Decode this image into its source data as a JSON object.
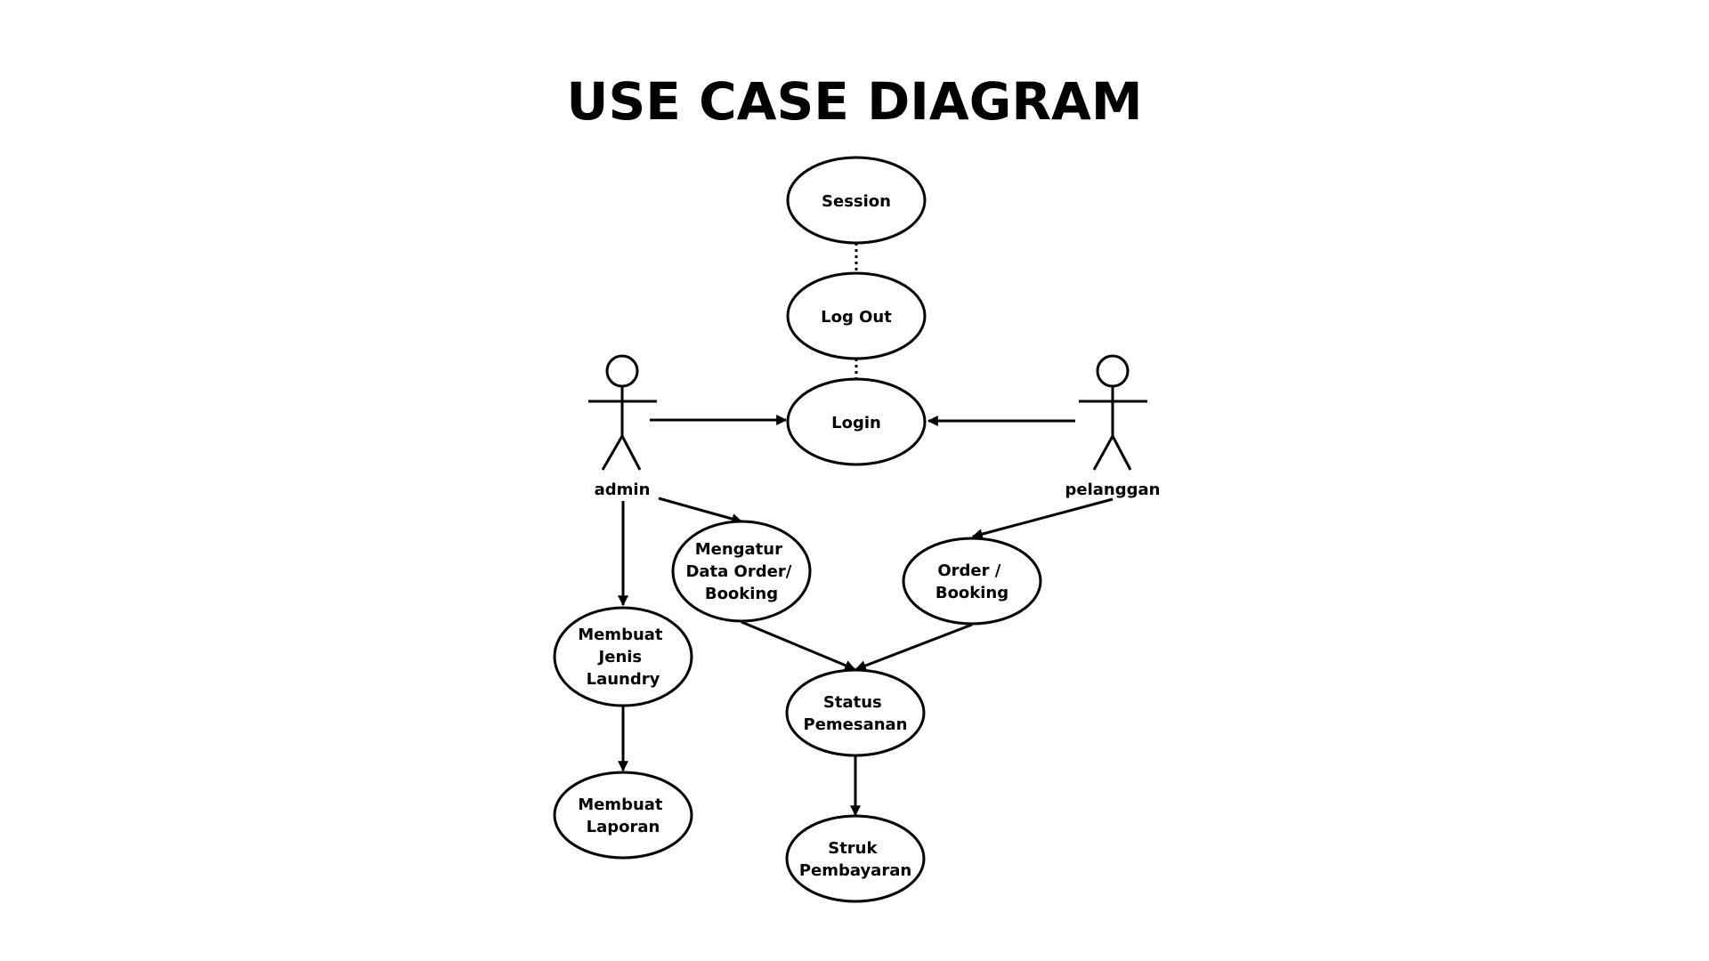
{
  "title": "USE CASE DIAGRAM",
  "actors": {
    "admin": "admin",
    "pelanggan": "pelanggan"
  },
  "use_cases": {
    "session": [
      "Session"
    ],
    "logout": [
      "Log Out"
    ],
    "login": [
      "Login"
    ],
    "mengatur": [
      "Mengatur",
      "Data Order/",
      "Booking"
    ],
    "order": [
      "Order /",
      "Booking"
    ],
    "membuat_jenis": [
      "Membuat",
      "Jenis",
      "Laundry"
    ],
    "status": [
      "Status",
      "Pemesanan"
    ],
    "laporan": [
      "Membuat",
      "Laporan"
    ],
    "struk": [
      "Struk",
      "Pembayaran"
    ]
  }
}
